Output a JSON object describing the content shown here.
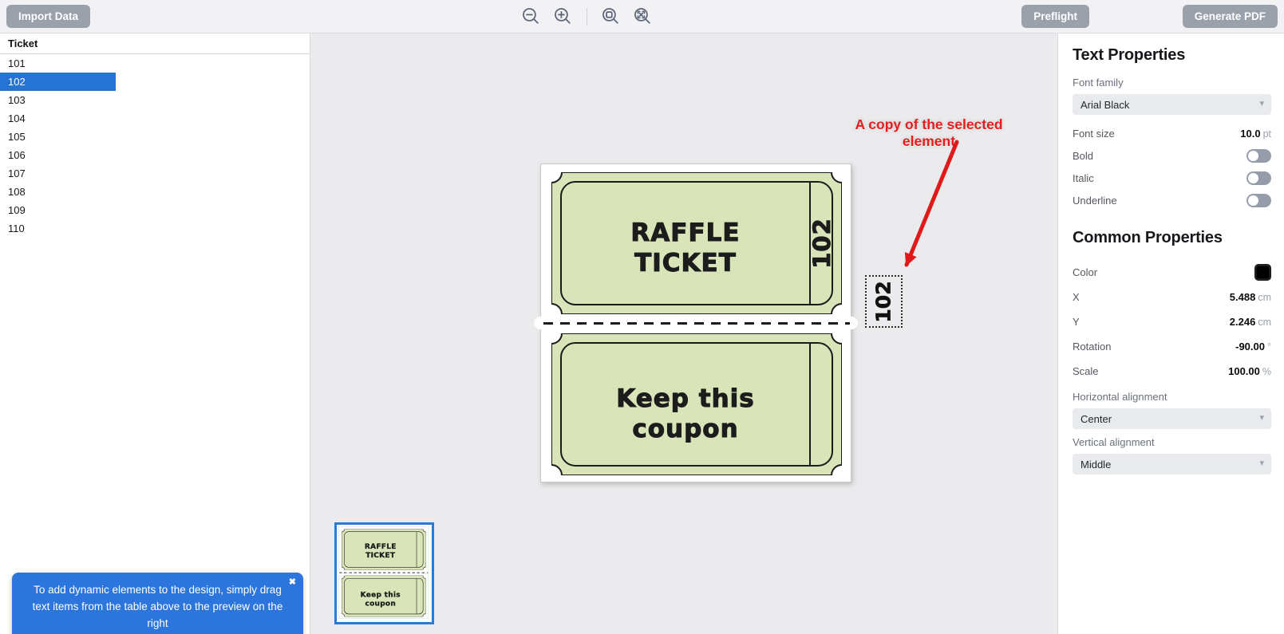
{
  "toolbar": {
    "import_label": "Import Data",
    "preflight_label": "Preflight",
    "generate_label": "Generate PDF",
    "icons": [
      "zoom-out",
      "zoom-in",
      "zoom-actual",
      "zoom-fit"
    ]
  },
  "data_table": {
    "column_header": "Ticket",
    "rows": [
      "101",
      "102",
      "103",
      "104",
      "105",
      "106",
      "107",
      "108",
      "109",
      "110"
    ],
    "selected_row": "102"
  },
  "canvas": {
    "annotation": {
      "text": "A copy of the selected element",
      "color": "#e41c1c"
    },
    "copy_element": {
      "text": "102"
    },
    "ticket": {
      "title_line1": "RAFFLE",
      "title_line2": "TICKET",
      "stub_number": "102",
      "coupon_line1": "Keep this",
      "coupon_line2": "coupon",
      "fill_color": "#d9e4b8"
    }
  },
  "notification": {
    "text": "To add dynamic elements to the design, simply drag text items from the table above to the preview on the right",
    "close_icon": "✖"
  },
  "properties": {
    "text_section_title": "Text Properties",
    "font_family": {
      "label": "Font family",
      "value": "Arial Black"
    },
    "font_size": {
      "label": "Font size",
      "value": "10.0",
      "unit": "pt"
    },
    "bold": {
      "label": "Bold",
      "on": false
    },
    "italic": {
      "label": "Italic",
      "on": false
    },
    "underline": {
      "label": "Underline",
      "on": false
    },
    "common_section_title": "Common Properties",
    "color": {
      "label": "Color",
      "value": "#000000"
    },
    "x": {
      "label": "X",
      "value": "5.488",
      "unit": "cm"
    },
    "y": {
      "label": "Y",
      "value": "2.246",
      "unit": "cm"
    },
    "rotation": {
      "label": "Rotation",
      "value": "-90.00",
      "unit": "°"
    },
    "scale": {
      "label": "Scale",
      "value": "100.00",
      "unit": "%"
    },
    "h_align": {
      "label": "Horizontal alignment",
      "value": "Center"
    },
    "v_align": {
      "label": "Vertical alignment",
      "value": "Middle"
    }
  }
}
